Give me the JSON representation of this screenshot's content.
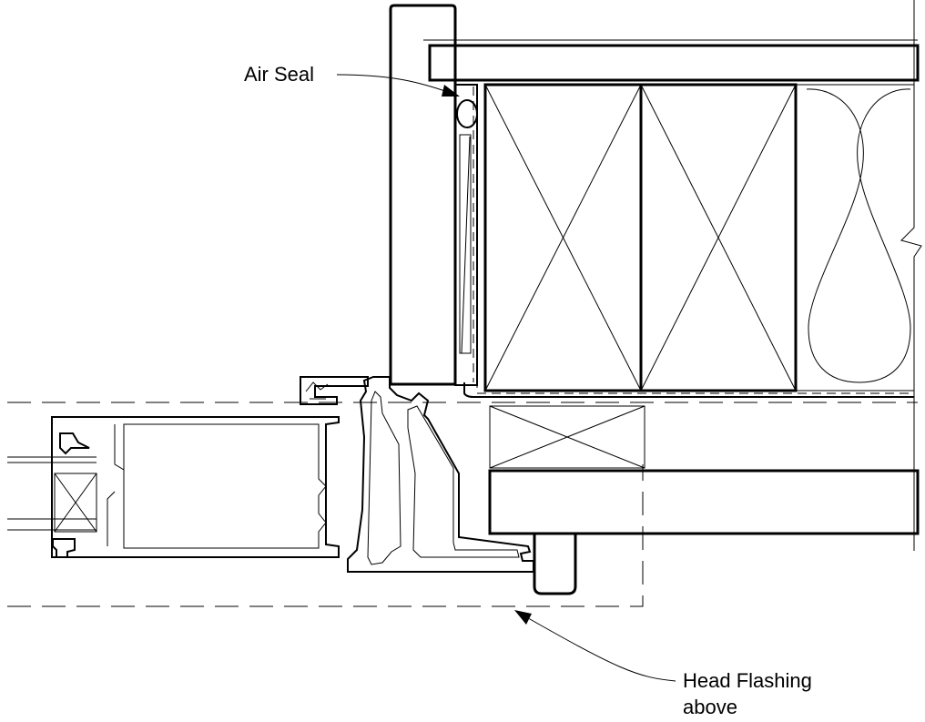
{
  "labels": {
    "air_seal": "Air Seal",
    "head_flashing_line1": "Head Flashing",
    "head_flashing_line2": "above"
  },
  "colors": {
    "line": "#000000",
    "background": "#ffffff"
  }
}
